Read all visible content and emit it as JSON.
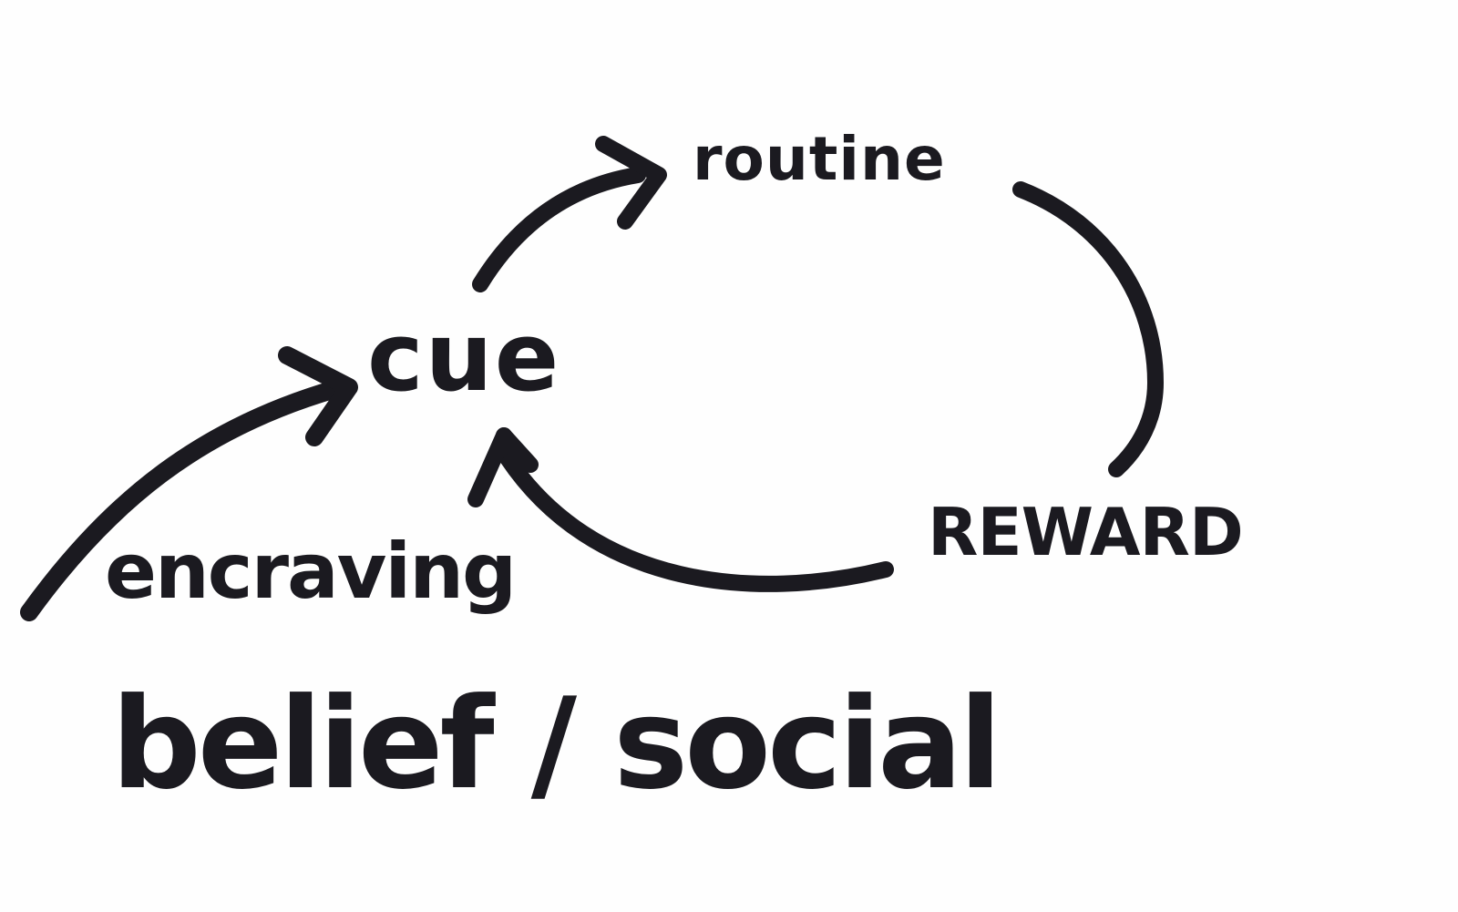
{
  "diagram": {
    "ink_color": "#1b1a20",
    "background_color": "#fefefe",
    "nodes": {
      "cue": "cue",
      "routine": "routine",
      "reward": "REWARD",
      "craving": "encraving",
      "belief_social": "belief / social"
    },
    "edges": [
      {
        "from": "cue",
        "to": "routine",
        "arrowhead": true
      },
      {
        "from": "routine",
        "to": "reward",
        "arrowhead": false
      },
      {
        "from": "reward",
        "to": "cue",
        "arrowhead": true
      },
      {
        "from": "craving",
        "to": "cue",
        "arrowhead": true
      }
    ]
  }
}
